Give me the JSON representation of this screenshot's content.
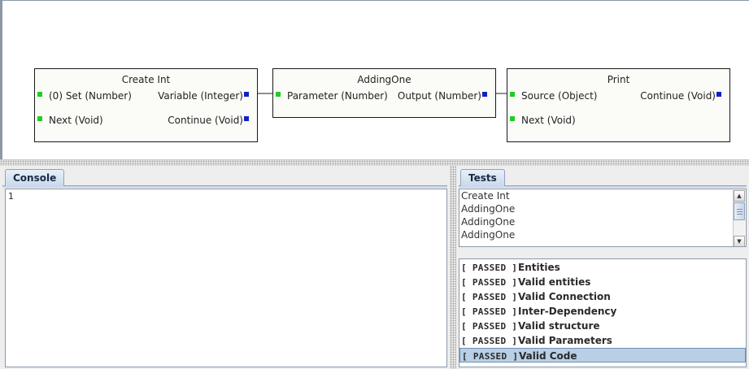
{
  "graph": {
    "nodes": [
      {
        "title": "Create Int",
        "inputs": [
          "(0) Set (Number)",
          "Next (Void)"
        ],
        "outputs": [
          "Variable (Integer)",
          "Continue (Void)"
        ]
      },
      {
        "title": "AddingOne",
        "inputs": [
          "Parameter (Number)"
        ],
        "outputs": [
          "Output (Number)"
        ]
      },
      {
        "title": "Print",
        "inputs": [
          "Source (Object)",
          "Next (Void)"
        ],
        "outputs": [
          "Continue (Void)"
        ]
      }
    ],
    "colors": {
      "input_pin": "#22cc22",
      "output_pin": "#1020c8"
    }
  },
  "console": {
    "tab_label": "Console",
    "output": "1"
  },
  "tests": {
    "tab_label": "Tests",
    "list_items": [
      "Create Int",
      "AddingOne",
      "AddingOne",
      "AddingOne"
    ],
    "results": [
      {
        "status": "[ PASSED ]",
        "name": "Entities"
      },
      {
        "status": "[ PASSED ]",
        "name": "Valid entities"
      },
      {
        "status": "[ PASSED ]",
        "name": "Valid Connection"
      },
      {
        "status": "[ PASSED ]",
        "name": "Inter-Dependency"
      },
      {
        "status": "[ PASSED ]",
        "name": "Valid structure"
      },
      {
        "status": "[ PASSED ]",
        "name": "Valid Parameters"
      },
      {
        "status": "[ PASSED ]",
        "name": "Valid Code"
      }
    ],
    "selected_result": 6
  }
}
